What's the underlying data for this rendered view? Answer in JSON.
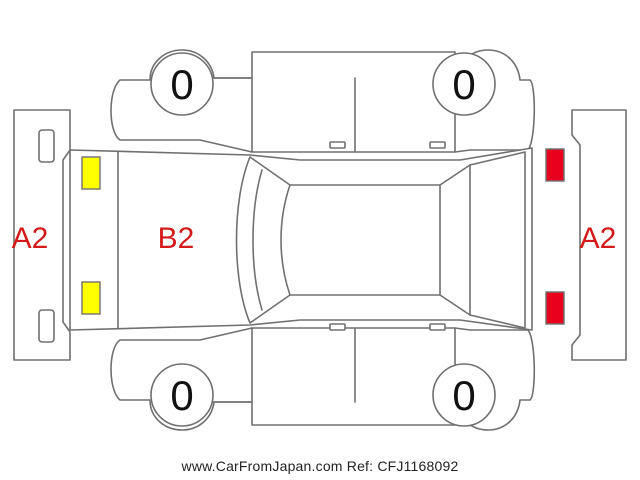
{
  "colors": {
    "code_red": "#d41a1a",
    "yellow_lamp": "#ffff00",
    "red_lamp": "#e8001c",
    "outline": "#707070"
  },
  "tires": {
    "front_left": "0",
    "front_right": "0",
    "rear_left": "0",
    "rear_right": "0"
  },
  "codes": {
    "front_bumper": "A2",
    "rear_bumper": "A2",
    "hood": "B2"
  },
  "footer": {
    "site": "www.CarFromJapan.com",
    "ref": "Ref: CFJ1168092"
  }
}
